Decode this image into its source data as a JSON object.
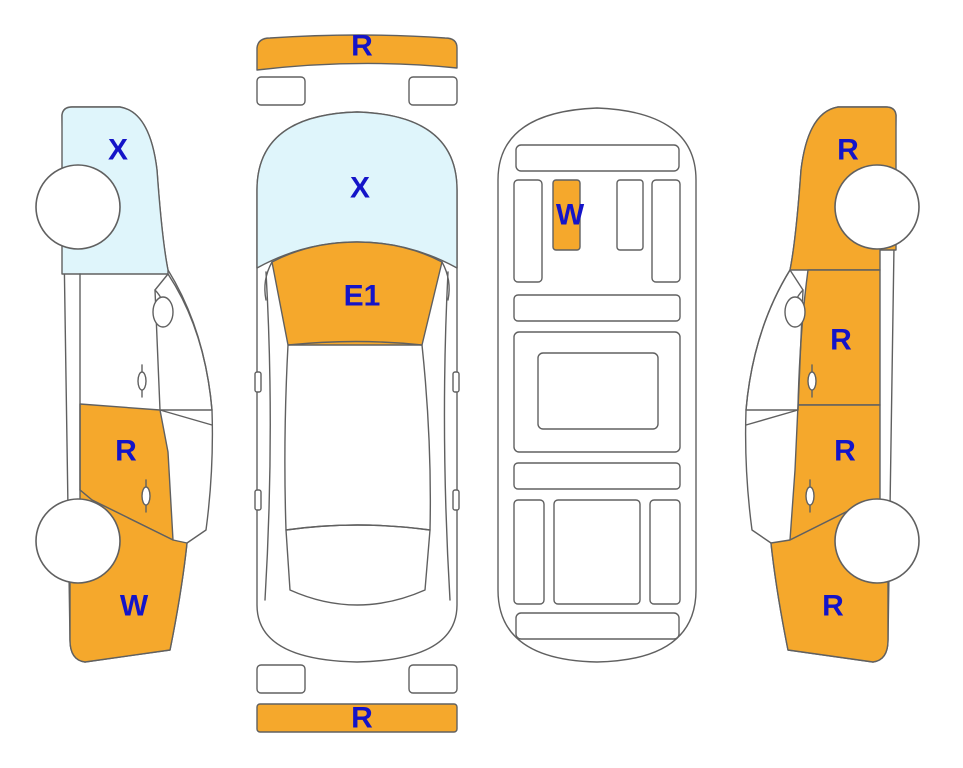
{
  "colors": {
    "damage_fill": "#F5A82C",
    "glass_fill": "#DFF5FB",
    "label_color": "#1414C8",
    "outline": "#606060"
  },
  "labels": {
    "front_bumper": "R",
    "rear_bumper": "R",
    "top_windshield": "X",
    "top_hood": "E1",
    "underbody_part": "W",
    "left_rear_panel": "X",
    "left_front_door": "R",
    "left_front_fender": "W",
    "right_rear_quarter": "R",
    "right_rear_door": "R",
    "right_front_door": "R",
    "right_front_fender": "R"
  }
}
